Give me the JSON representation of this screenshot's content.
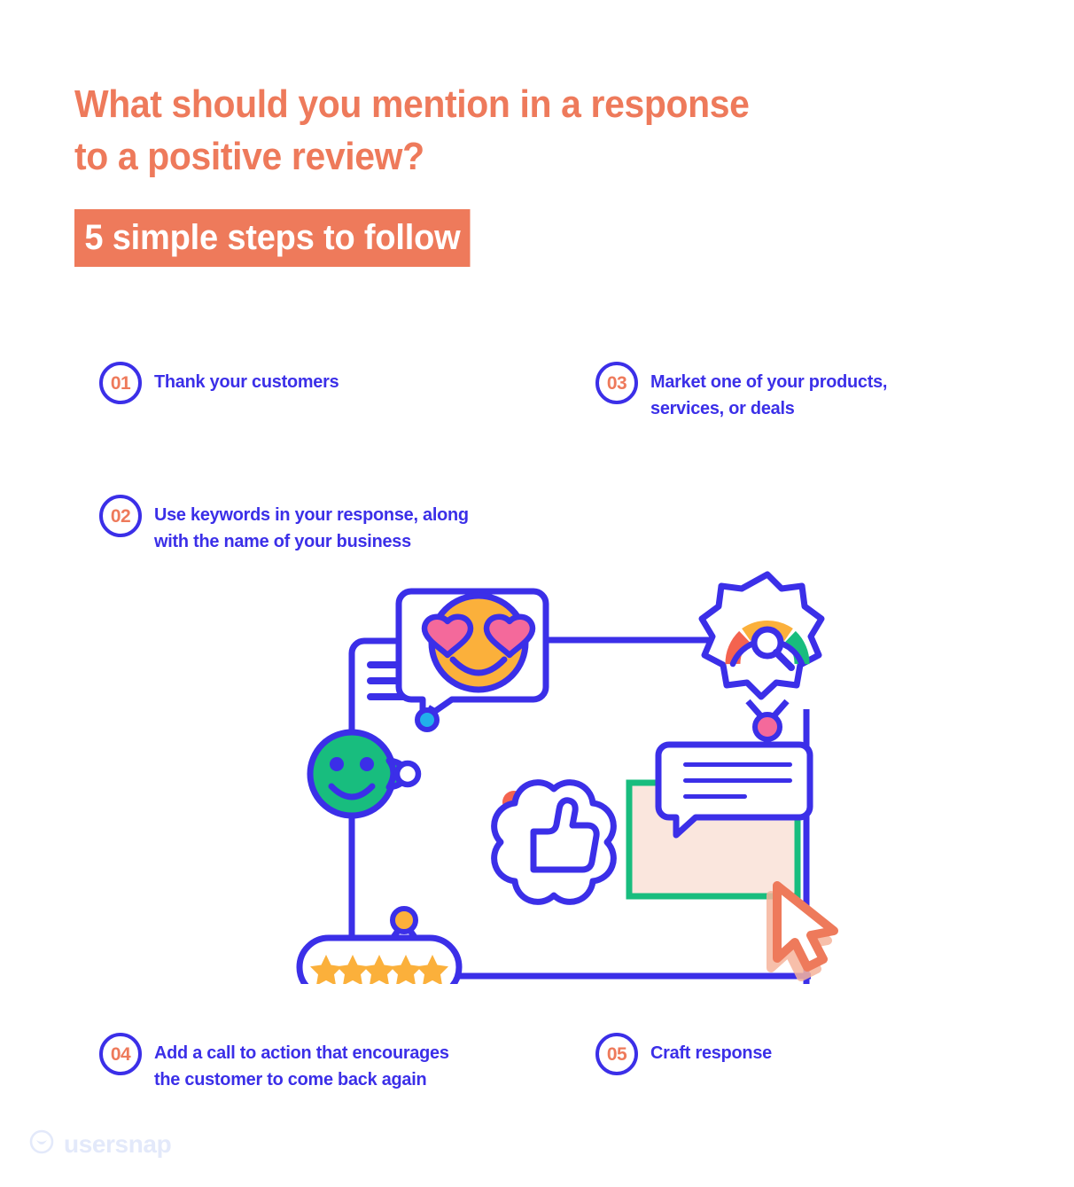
{
  "header": {
    "headline": "What should you mention in a response\nto a positive review?",
    "subhead": "5 simple steps to follow"
  },
  "steps": [
    {
      "number": "01",
      "text": "Thank your customers"
    },
    {
      "number": "02",
      "text": "Use keywords in your response, along\nwith the name of your business"
    },
    {
      "number": "03",
      "text": "Market one of your products,\nservices, or deals"
    },
    {
      "number": "04",
      "text": "Add a call to action that encourages\nthe customer to come back again"
    },
    {
      "number": "05",
      "text": "Craft response"
    }
  ],
  "brand": {
    "logo_text": "usersnap",
    "logo_icon": "smiley-circle-icon"
  },
  "colors": {
    "accent_orange": "#ee7a5b",
    "primary_blue": "#3b2fe8",
    "green": "#18bd7e",
    "amber": "#fbb03b",
    "pink": "#f4699b",
    "cyan": "#21b1ea",
    "coral_dot": "#f4634f",
    "peach_fill": "#fae6dd",
    "logo_tint": "#e3e9fa"
  },
  "illustration": {
    "caption": "Review feedback flow diagram",
    "nodes": [
      {
        "name": "hamburger-menu-icon",
        "label": "menu"
      },
      {
        "name": "green-smiley-icon",
        "label": "happy customer"
      },
      {
        "name": "heart-eyes-emoji-bubble",
        "label": "love reaction speech bubble"
      },
      {
        "name": "gauge-badge-icon",
        "label": "satisfaction score badge"
      },
      {
        "name": "thumbs-up-cloud-icon",
        "label": "thumbs up"
      },
      {
        "name": "comment-bubble-icon",
        "label": "written response"
      },
      {
        "name": "screenshot-region-icon",
        "label": "highlighted screen region"
      },
      {
        "name": "cursor-arrow-icon",
        "label": "pointer"
      },
      {
        "name": "five-star-rating-pill",
        "label": "five star rating",
        "stars": 5
      }
    ]
  }
}
